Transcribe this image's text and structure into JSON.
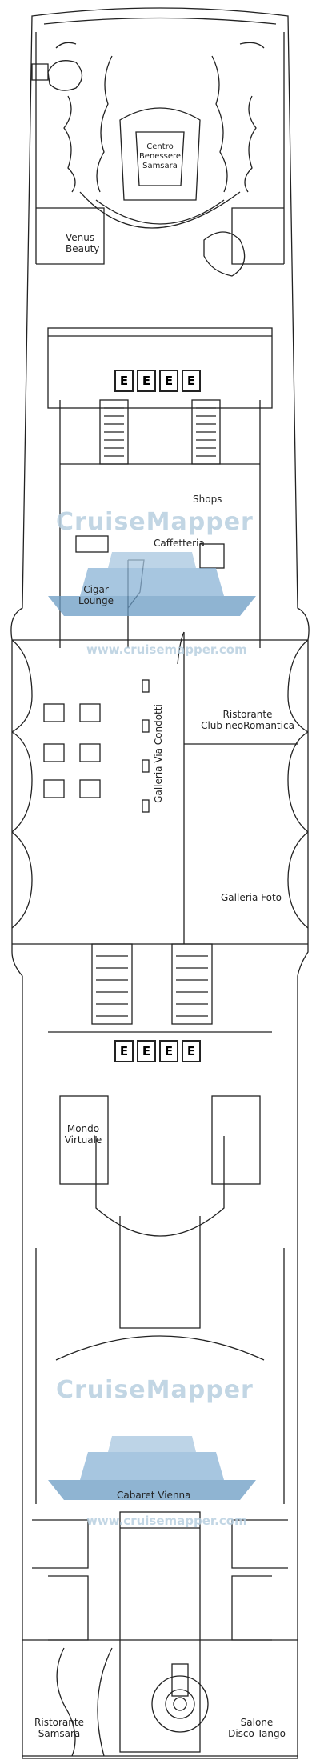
{
  "venues": {
    "centro_benessere": "Centro\nBenessere\nSamsara",
    "venus_beauty": "Venus\nBeauty",
    "shops": "Shops",
    "caffetteria": "Caffetteria",
    "cigar_lounge": "Cigar\nLounge",
    "ristorante_club": "Ristorante\nClub neoRomantica",
    "galleria_via_condotti": "Galleria Via Condotti",
    "galleria_foto": "Galleria Foto",
    "mondo_virtuale": "Mondo\nVirtuale",
    "cabaret_vienna": "Cabaret Vienna",
    "ristorante_samsara": "Ristorante\nSamsara",
    "salone_disco_tango": "Salone\nDisco Tango"
  },
  "elevators": {
    "forward": [
      "E",
      "E",
      "E",
      "E"
    ],
    "aft": [
      "E",
      "E",
      "E",
      "E"
    ]
  },
  "watermarks": [
    {
      "brand": "CruiseMapper",
      "url": "www.cruisemapper.com"
    },
    {
      "brand": "CruiseMapper",
      "url": "www.cruisemapper.com"
    }
  ],
  "colors": {
    "line": "#222222",
    "watermark": "#b8cfe0",
    "ship_watermark": "#6a9bc4"
  }
}
